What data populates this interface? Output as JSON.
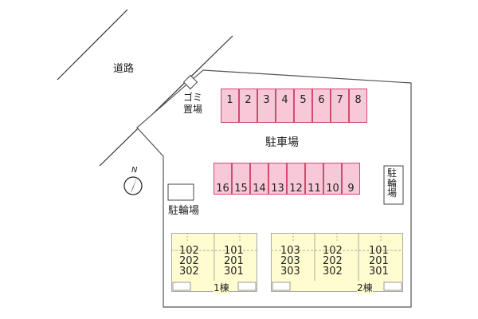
{
  "labels": {
    "road": "道路",
    "trash_top": "ゴミ",
    "trash_bottom": "置場",
    "parking": "駐車場",
    "bike_left": "駐輪場",
    "bike_right_1": "駐",
    "bike_right_2": "輪",
    "bike_right_3": "場",
    "north": "N"
  },
  "parking_top": [
    "1",
    "2",
    "3",
    "4",
    "5",
    "6",
    "7",
    "8"
  ],
  "parking_bottom": [
    "16",
    "15",
    "14",
    "13",
    "12",
    "11",
    "10",
    "9"
  ],
  "building1": {
    "label": "1棟",
    "left_units": [
      "102",
      "202",
      "302"
    ],
    "right_units": [
      "101",
      "201",
      "301"
    ]
  },
  "building2": {
    "label": "2棟",
    "units_a": [
      "103",
      "203",
      "303"
    ],
    "units_b": [
      "102",
      "202",
      "302"
    ],
    "units_c": [
      "101",
      "201",
      "301"
    ]
  },
  "colors": {
    "parking_fill": "#f7c9d8",
    "parking_border": "#d04b6f",
    "building_fill": "#fffccf",
    "lot_border": "#555555"
  }
}
